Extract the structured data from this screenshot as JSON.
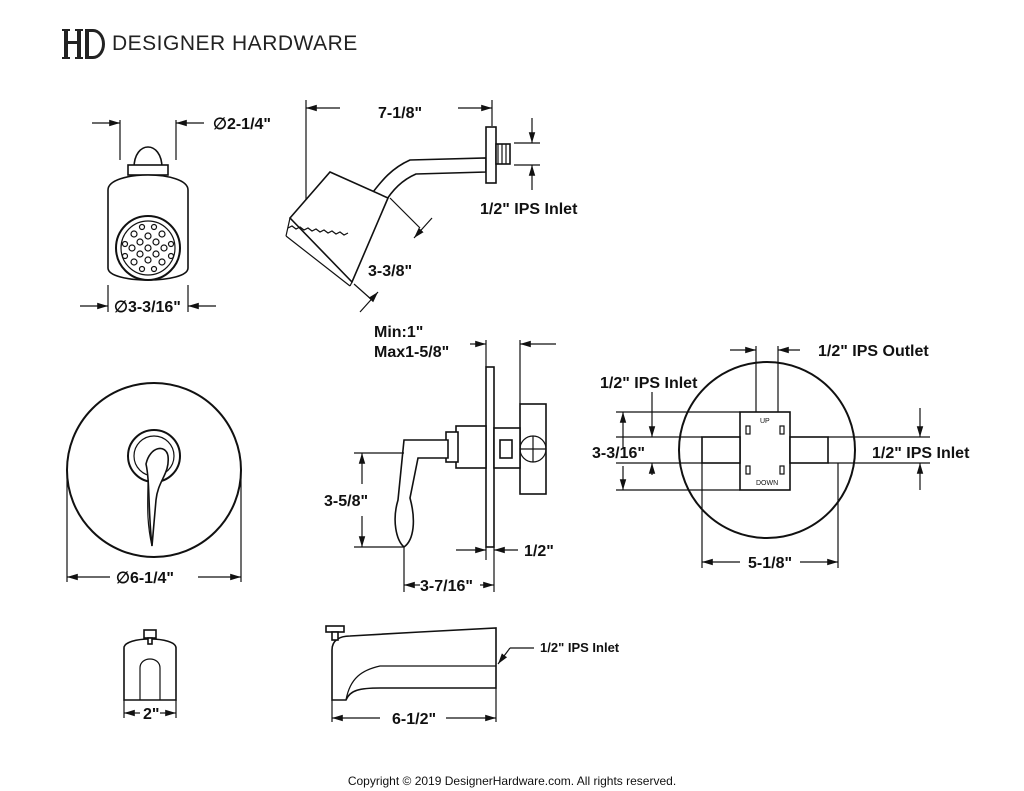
{
  "header": {
    "brand_text": "DESIGNER HARDWARE",
    "logo_icon": "dh-monogram-icon"
  },
  "views": {
    "showerhead_front": {
      "top_dim": "∅2-1/4\"",
      "bottom_dim": "∅3-3/16\""
    },
    "showerhead_side": {
      "arm_length": "7-1/8\"",
      "inlet": "1/2\" IPS Inlet",
      "head_depth": "3-3/8\""
    },
    "trim_plate": {
      "diameter": "∅6-1/4\""
    },
    "valve_side": {
      "depth_min": "Min:1\"",
      "depth_max": "Max1-5/8\"",
      "lever_height": "3-5/8\"",
      "stem": "1/2\"",
      "projection": "3-7/16\""
    },
    "valve_back": {
      "inlet_left": "1/2\" IPS Inlet",
      "outlet_top": "1/2\" IPS Outlet",
      "inlet_right": "1/2\" IPS Inlet",
      "height": "3-3/16\"",
      "width": "5-1/8\"",
      "label_up": "UP",
      "label_down": "DOWN"
    },
    "tub_spout_front": {
      "width": "2\""
    },
    "tub_spout_side": {
      "length": "6-1/2\"",
      "inlet": "1/2\" IPS Inlet"
    }
  },
  "footer": {
    "copyright": "Copyright © 2019 DesignerHardware.com. All rights reserved."
  }
}
